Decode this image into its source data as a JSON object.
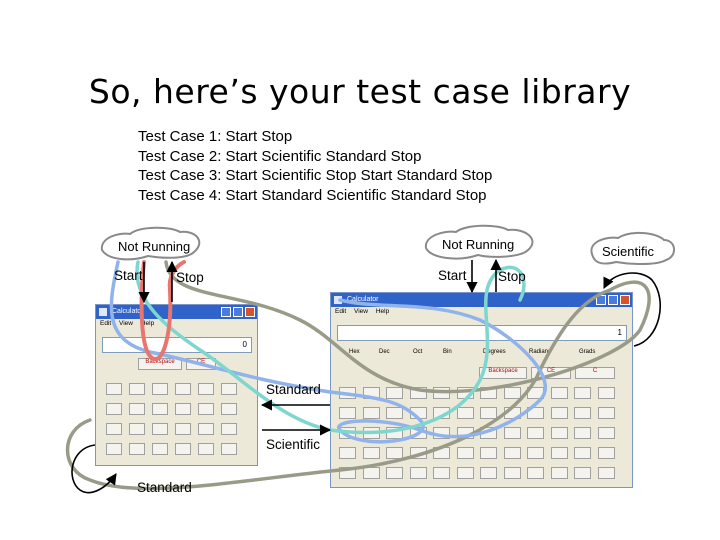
{
  "title": "So, here’s your test case library",
  "test_cases": [
    "Test Case 1: Start Stop",
    "Test Case 2: Start Scientific Standard Stop",
    "Test Case 3: Start Scientific Stop Start Standard Stop",
    "Test Case 4: Start Standard Scientific Standard Stop"
  ],
  "states": {
    "not_running_left": "Not Running",
    "not_running_right": "Not Running",
    "scientific": "Scientific"
  },
  "transitions": {
    "start_left": "Start",
    "stop_left": "Stop",
    "start_right": "Start",
    "stop_right": "Stop",
    "standard_mid": "Standard",
    "scientific_mid": "Scientific",
    "standard_bottom": "Standard"
  },
  "windows": {
    "standard_title": "Calculator",
    "scientific_title": "Calculator",
    "menu": [
      "Edit",
      "View",
      "Help"
    ],
    "standard_display": "0",
    "scientific_display": "1",
    "backspace": "Backspace",
    "ce": "CE",
    "c": "C",
    "radix": [
      "Hex",
      "Dec",
      "Oct",
      "Bin"
    ],
    "angle": [
      "Degrees",
      "Radians",
      "Grads"
    ]
  },
  "colors": {
    "path_red": "#e8766f",
    "path_blue": "#8fb3ea",
    "path_teal": "#7fd6cf",
    "path_gray": "#9a9a88",
    "cloud_border": "#8a8a8a"
  }
}
